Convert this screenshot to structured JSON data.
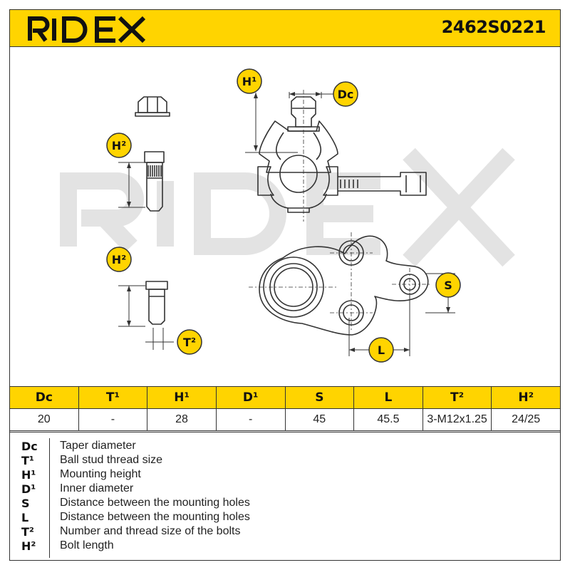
{
  "header": {
    "brand": "RIDEX",
    "part_number": "2462S0221"
  },
  "drawing": {
    "watermark": "RIDEX",
    "labels": {
      "h1": "H¹",
      "dc": "Dc",
      "h2_top": "H²",
      "h2_bottom": "H²",
      "s": "S",
      "l": "L",
      "t2": "T²"
    }
  },
  "specs": {
    "headers": [
      "Dc",
      "T¹",
      "H¹",
      "D¹",
      "S",
      "L",
      "T²",
      "H²"
    ],
    "values": [
      "20",
      "-",
      "28",
      "-",
      "45",
      "45.5",
      "3-M12x1.25",
      "24/25"
    ]
  },
  "legend": [
    {
      "abbr": "Dc",
      "desc": "Taper diameter"
    },
    {
      "abbr": "T¹",
      "desc": "Ball stud thread size"
    },
    {
      "abbr": "H¹",
      "desc": "Mounting height"
    },
    {
      "abbr": "D¹",
      "desc": "Inner diameter"
    },
    {
      "abbr": "S",
      "desc": "Distance between the mounting holes"
    },
    {
      "abbr": "L",
      "desc": "Distance between the mounting holes"
    },
    {
      "abbr": "T²",
      "desc": "Number and thread size of the bolts"
    },
    {
      "abbr": "H²",
      "desc": "Bolt length"
    }
  ],
  "colors": {
    "accent": "#ffd400",
    "line": "#333333",
    "watermark": "#e3e3e3"
  }
}
